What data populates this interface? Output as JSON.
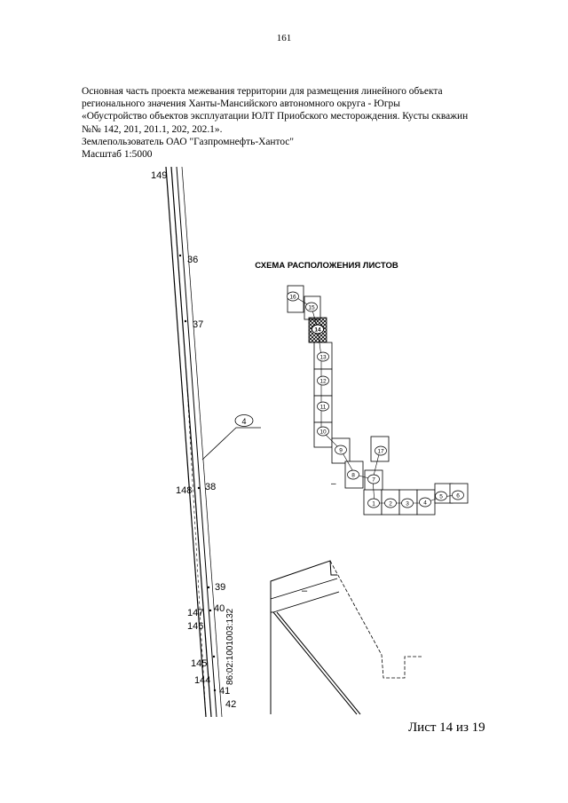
{
  "page_number": "161",
  "header": {
    "lines": [
      "Основная часть проекта межевания территории для размещения линейного объекта",
      "регионального значения Ханты-Мансийского автономного округа - Югры",
      "«Обустройство объектов эксплуатации ЮЛТ Приобского месторождения. Кусты скважин",
      "№№ 142, 201, 201.1, 202, 202.1».",
      "Землепользователь ОАО \"Газпромнефть-Хантос\"",
      "Масштаб 1:5000"
    ]
  },
  "map": {
    "points": {
      "p149": "149",
      "p36": "36",
      "p37": "37",
      "p148": "148",
      "p38": "38",
      "p39": "39",
      "p40": "40",
      "p147": "147",
      "p146": "146",
      "p145": "145",
      "p144": "144",
      "p41": "41",
      "p42": "42"
    },
    "callout": "4",
    "cadastral_number": "86:02:1001003:132",
    "dash_mark": "–"
  },
  "schema": {
    "title": "СХЕМА РАСПОЛОЖЕНИЯ ЛИСТОВ",
    "sheets": {
      "s1": "1",
      "s2": "2",
      "s3": "3",
      "s4": "4",
      "s5": "5",
      "s6": "6",
      "s7": "7",
      "s8": "8",
      "s9": "9",
      "s10": "10",
      "s11": "11",
      "s12": "12",
      "s13": "13",
      "s14": "14",
      "s15": "15",
      "s16": "16",
      "s17": "17"
    },
    "current_sheet": "14"
  },
  "footer": {
    "sheet_label": "Лист 14 из 19"
  }
}
